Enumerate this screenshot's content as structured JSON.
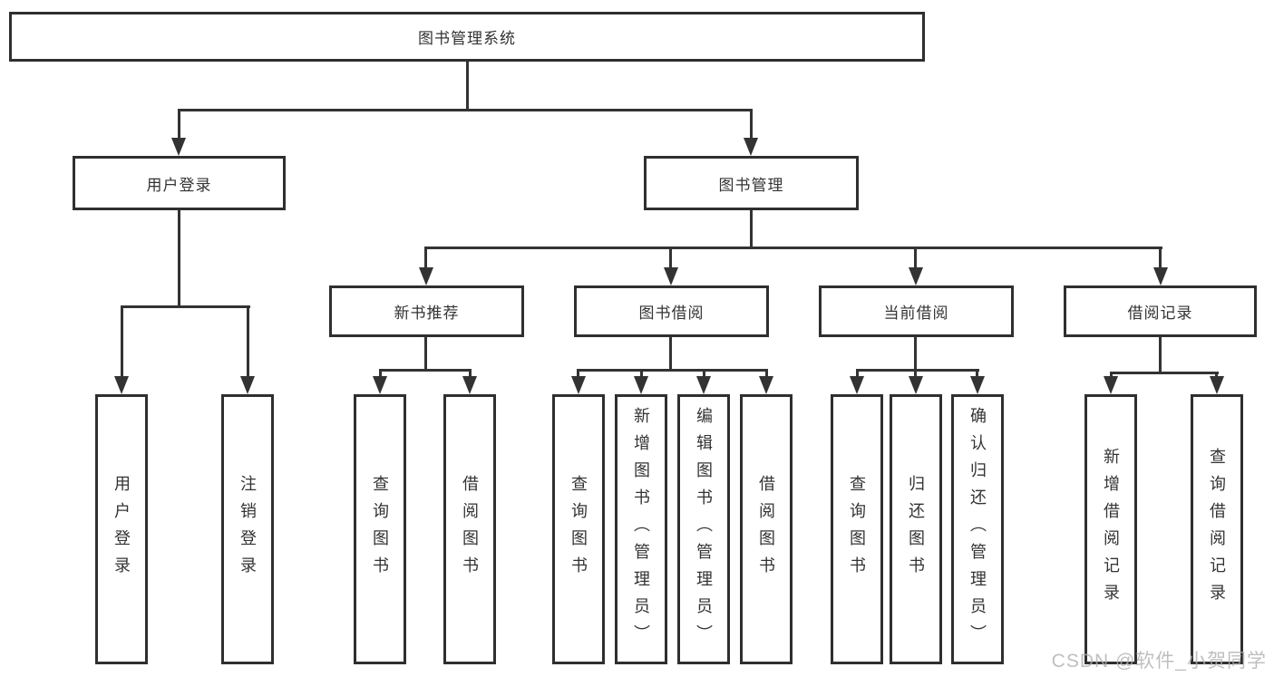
{
  "colors": {
    "line": "#333333",
    "box_border": "#2f2f2f",
    "text": "#333333",
    "watermark": "#b0b0b0",
    "background": "#ffffff"
  },
  "watermark": {
    "text": "CSDN @软件_小贺同学"
  },
  "tree": {
    "root": {
      "label": "图书管理系统"
    },
    "children": [
      {
        "label": "用户登录",
        "children": [
          {
            "label": "用户登录"
          },
          {
            "label": "注销登录"
          }
        ]
      },
      {
        "label": "图书管理",
        "children": [
          {
            "label": "新书推荐",
            "children": [
              {
                "label": "查询图书"
              },
              {
                "label": "借阅图书"
              }
            ]
          },
          {
            "label": "图书借阅",
            "children": [
              {
                "label": "查询图书"
              },
              {
                "label": "新增图书（管理员）"
              },
              {
                "label": "编辑图书（管理员）"
              },
              {
                "label": "借阅图书"
              }
            ]
          },
          {
            "label": "当前借阅",
            "children": [
              {
                "label": "查询图书"
              },
              {
                "label": "归还图书"
              },
              {
                "label": "确认归还（管理员）"
              }
            ]
          },
          {
            "label": "借阅记录",
            "children": [
              {
                "label": "新增借阅记录"
              },
              {
                "label": "查询借阅记录"
              }
            ]
          }
        ]
      }
    ]
  }
}
